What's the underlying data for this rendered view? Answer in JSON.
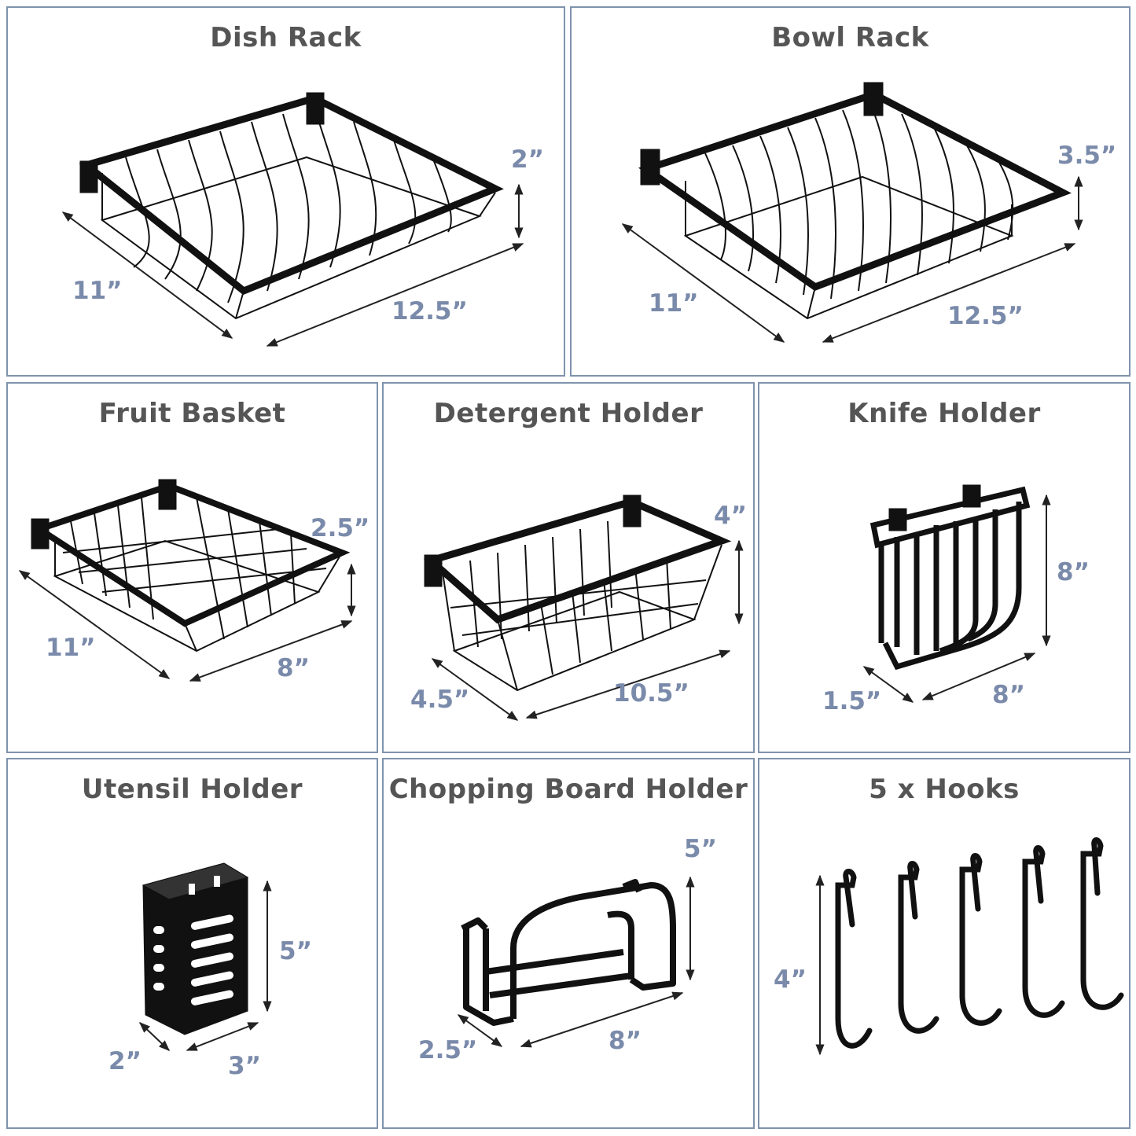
{
  "panels": [
    {
      "title": "Dish Rack",
      "dims": [
        "11”",
        "12.5”",
        "2”"
      ]
    },
    {
      "title": "Bowl Rack",
      "dims": [
        "11”",
        "12.5”",
        "3.5”"
      ]
    },
    {
      "title": "Fruit Basket",
      "dims": [
        "11”",
        "8”",
        "2.5”"
      ]
    },
    {
      "title": "Detergent Holder",
      "dims": [
        "4.5”",
        "10.5”",
        "4”"
      ]
    },
    {
      "title": "Knife Holder",
      "dims": [
        "1.5”",
        "8”",
        "8”"
      ]
    },
    {
      "title": "Utensil Holder",
      "dims": [
        "2”",
        "3”",
        "5”"
      ]
    },
    {
      "title": "Chopping Board Holder",
      "dims": [
        "2.5”",
        "8”",
        "5”"
      ]
    },
    {
      "title": "5 x Hooks",
      "dims": [
        "4”"
      ]
    }
  ],
  "colors": {
    "border": "#7f93ad",
    "title": "#555555",
    "dimension": "#7a8aaa",
    "product": "#111111"
  }
}
